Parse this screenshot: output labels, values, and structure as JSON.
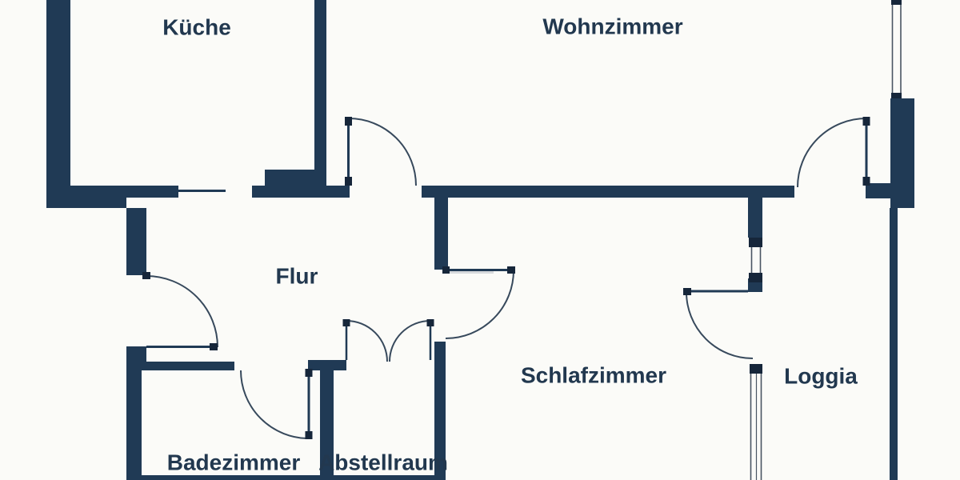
{
  "floorplan": {
    "type": "apartment-floor-plan",
    "rooms": [
      {
        "id": "kueche",
        "label": "Küche"
      },
      {
        "id": "wohnzimmer",
        "label": "Wohnzimmer"
      },
      {
        "id": "flur",
        "label": "Flur"
      },
      {
        "id": "schlafzimmer",
        "label": "Schlafzimmer"
      },
      {
        "id": "loggia",
        "label": "Loggia"
      },
      {
        "id": "badezimmer",
        "label": "Badezimmer"
      },
      {
        "id": "abstellraum",
        "label": "Abstellraum"
      }
    ],
    "colors": {
      "wall": "#203a55",
      "background": "#fbfbf8",
      "door_jamb": "#16263a",
      "door_arc": "#37495c",
      "window_line": "#4a5563",
      "label_text": "#22384f",
      "watermark": "#b9bec3"
    },
    "features": {
      "doors_single": 5,
      "doors_double": 1,
      "windows": 3
    }
  }
}
